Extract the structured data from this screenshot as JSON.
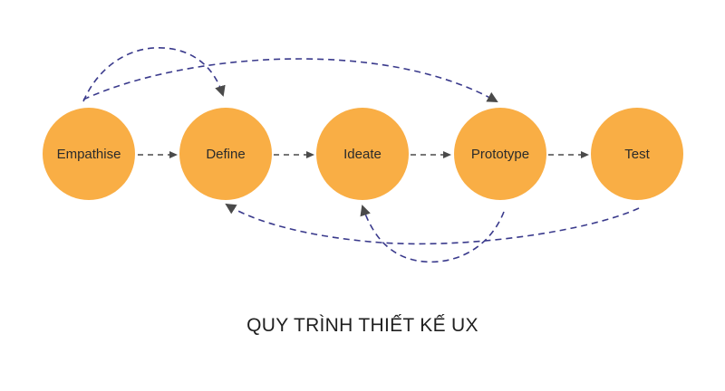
{
  "colors": {
    "stage_fill": "#F9AE45",
    "arrow": "#4A4A4A",
    "feedback_loop": "#3A3A8C"
  },
  "stages": [
    {
      "label": "Empathise"
    },
    {
      "label": "Define"
    },
    {
      "label": "Ideate"
    },
    {
      "label": "Prototype"
    },
    {
      "label": "Test"
    }
  ],
  "connections": [
    {
      "from": "Empathise",
      "to": "Define",
      "style": "dashed"
    },
    {
      "from": "Define",
      "to": "Ideate",
      "style": "dashed"
    },
    {
      "from": "Ideate",
      "to": "Prototype",
      "style": "dashed"
    },
    {
      "from": "Prototype",
      "to": "Test",
      "style": "dashed"
    },
    {
      "from": "Empathise",
      "to": "Define",
      "style": "dashed-loop"
    },
    {
      "from": "Empathise",
      "to": "Prototype",
      "style": "dashed-loop"
    },
    {
      "from": "Test",
      "to": "Define",
      "style": "dashed-loop"
    },
    {
      "from": "Prototype",
      "to": "Ideate",
      "style": "dashed-loop"
    }
  ],
  "title": "QUY TRÌNH THIẾT KẾ UX"
}
